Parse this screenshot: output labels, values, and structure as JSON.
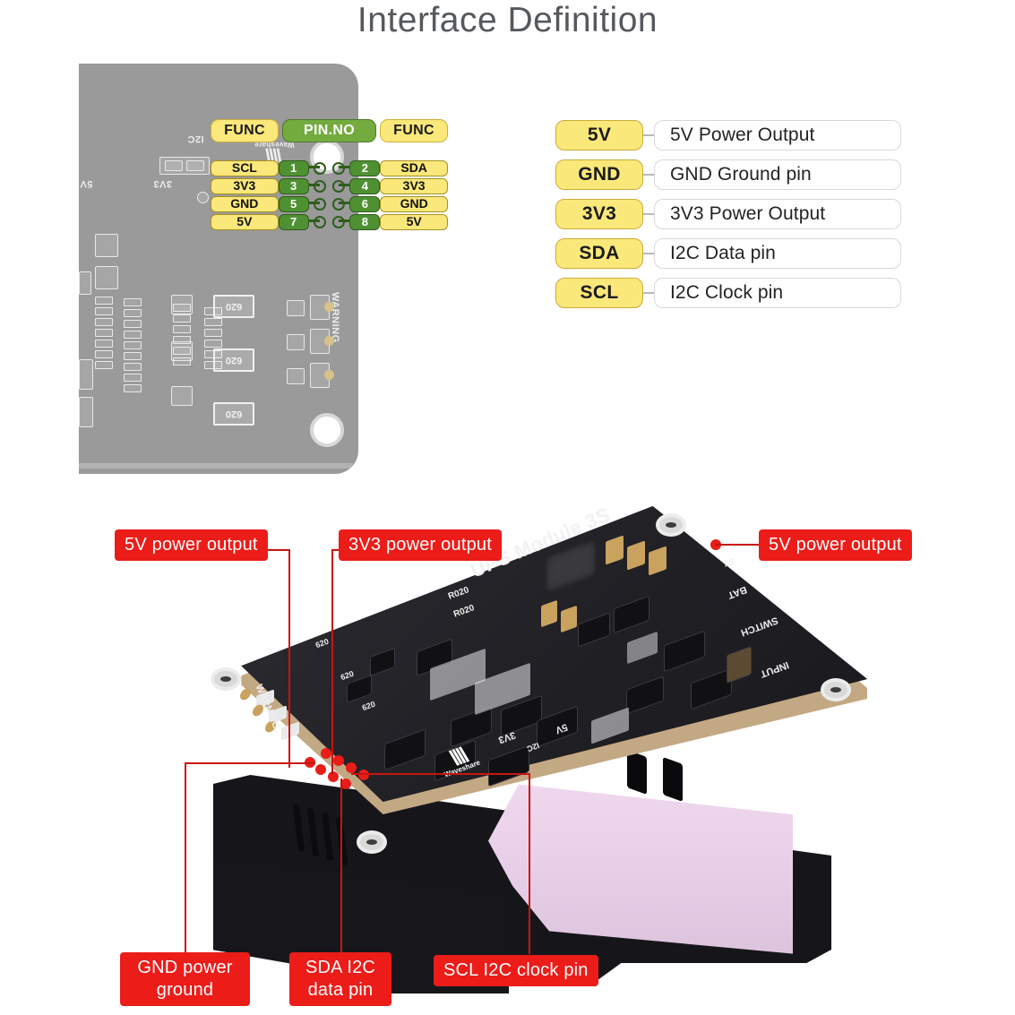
{
  "page": {
    "title": "Interface Definition"
  },
  "pin_map": {
    "headers": {
      "left_func": "FUNC",
      "pin_no": "PIN.NO",
      "right_func": "FUNC"
    },
    "rows": [
      {
        "left": "SCL",
        "left_no": "1",
        "right_no": "2",
        "right": "SDA"
      },
      {
        "left": "3V3",
        "left_no": "3",
        "right_no": "4",
        "right": "3V3"
      },
      {
        "left": "GND",
        "left_no": "5",
        "right_no": "6",
        "right": "GND"
      },
      {
        "left": "5V",
        "left_no": "7",
        "right_no": "8",
        "right": "5V"
      }
    ]
  },
  "legend": {
    "items": [
      {
        "key": "5V",
        "desc": "5V Power Output"
      },
      {
        "key": "GND",
        "desc": "GND Ground pin"
      },
      {
        "key": "3V3",
        "desc": "3V3 Power Output"
      },
      {
        "key": "SDA",
        "desc": "I2C Data pin"
      },
      {
        "key": "SCL",
        "desc": "I2C Clock pin"
      }
    ]
  },
  "pcb_figure": {
    "silkscreen": {
      "i2c": "I2C",
      "v3v3": "3V3",
      "v5v": "5V",
      "warning": "WARNING",
      "resistor": "620",
      "brand": "Waveshare"
    }
  },
  "product_photo": {
    "board_name": "UPS Module 3S",
    "brand": "Waveshare",
    "silkscreen": {
      "bat": "BAT",
      "switch": "SWITCH",
      "input": "INPUT",
      "warning": "WARNING",
      "v3v3": "3V3",
      "v5v": "5V",
      "i2c": "I2C",
      "res1": "R020",
      "res2": "R020",
      "res3": "620",
      "res4": "620",
      "res5": "620"
    },
    "callouts": [
      {
        "id": "callout-5v-left",
        "text": "5V power output"
      },
      {
        "id": "callout-3v3",
        "text": "3V3 power output"
      },
      {
        "id": "callout-5v-right",
        "text": "5V power output"
      },
      {
        "id": "callout-gnd",
        "text": "GND power\nground"
      },
      {
        "id": "callout-sda",
        "text": "SDA I2C\ndata pin"
      },
      {
        "id": "callout-scl",
        "text": "SCL I2C clock pin"
      }
    ]
  },
  "colors": {
    "yellow_badge": "#FBE87A",
    "green_header": "#74AB3F",
    "green_cell": "#4F9132",
    "callout_red": "#EC1C19",
    "title_gray": "#55585C"
  }
}
